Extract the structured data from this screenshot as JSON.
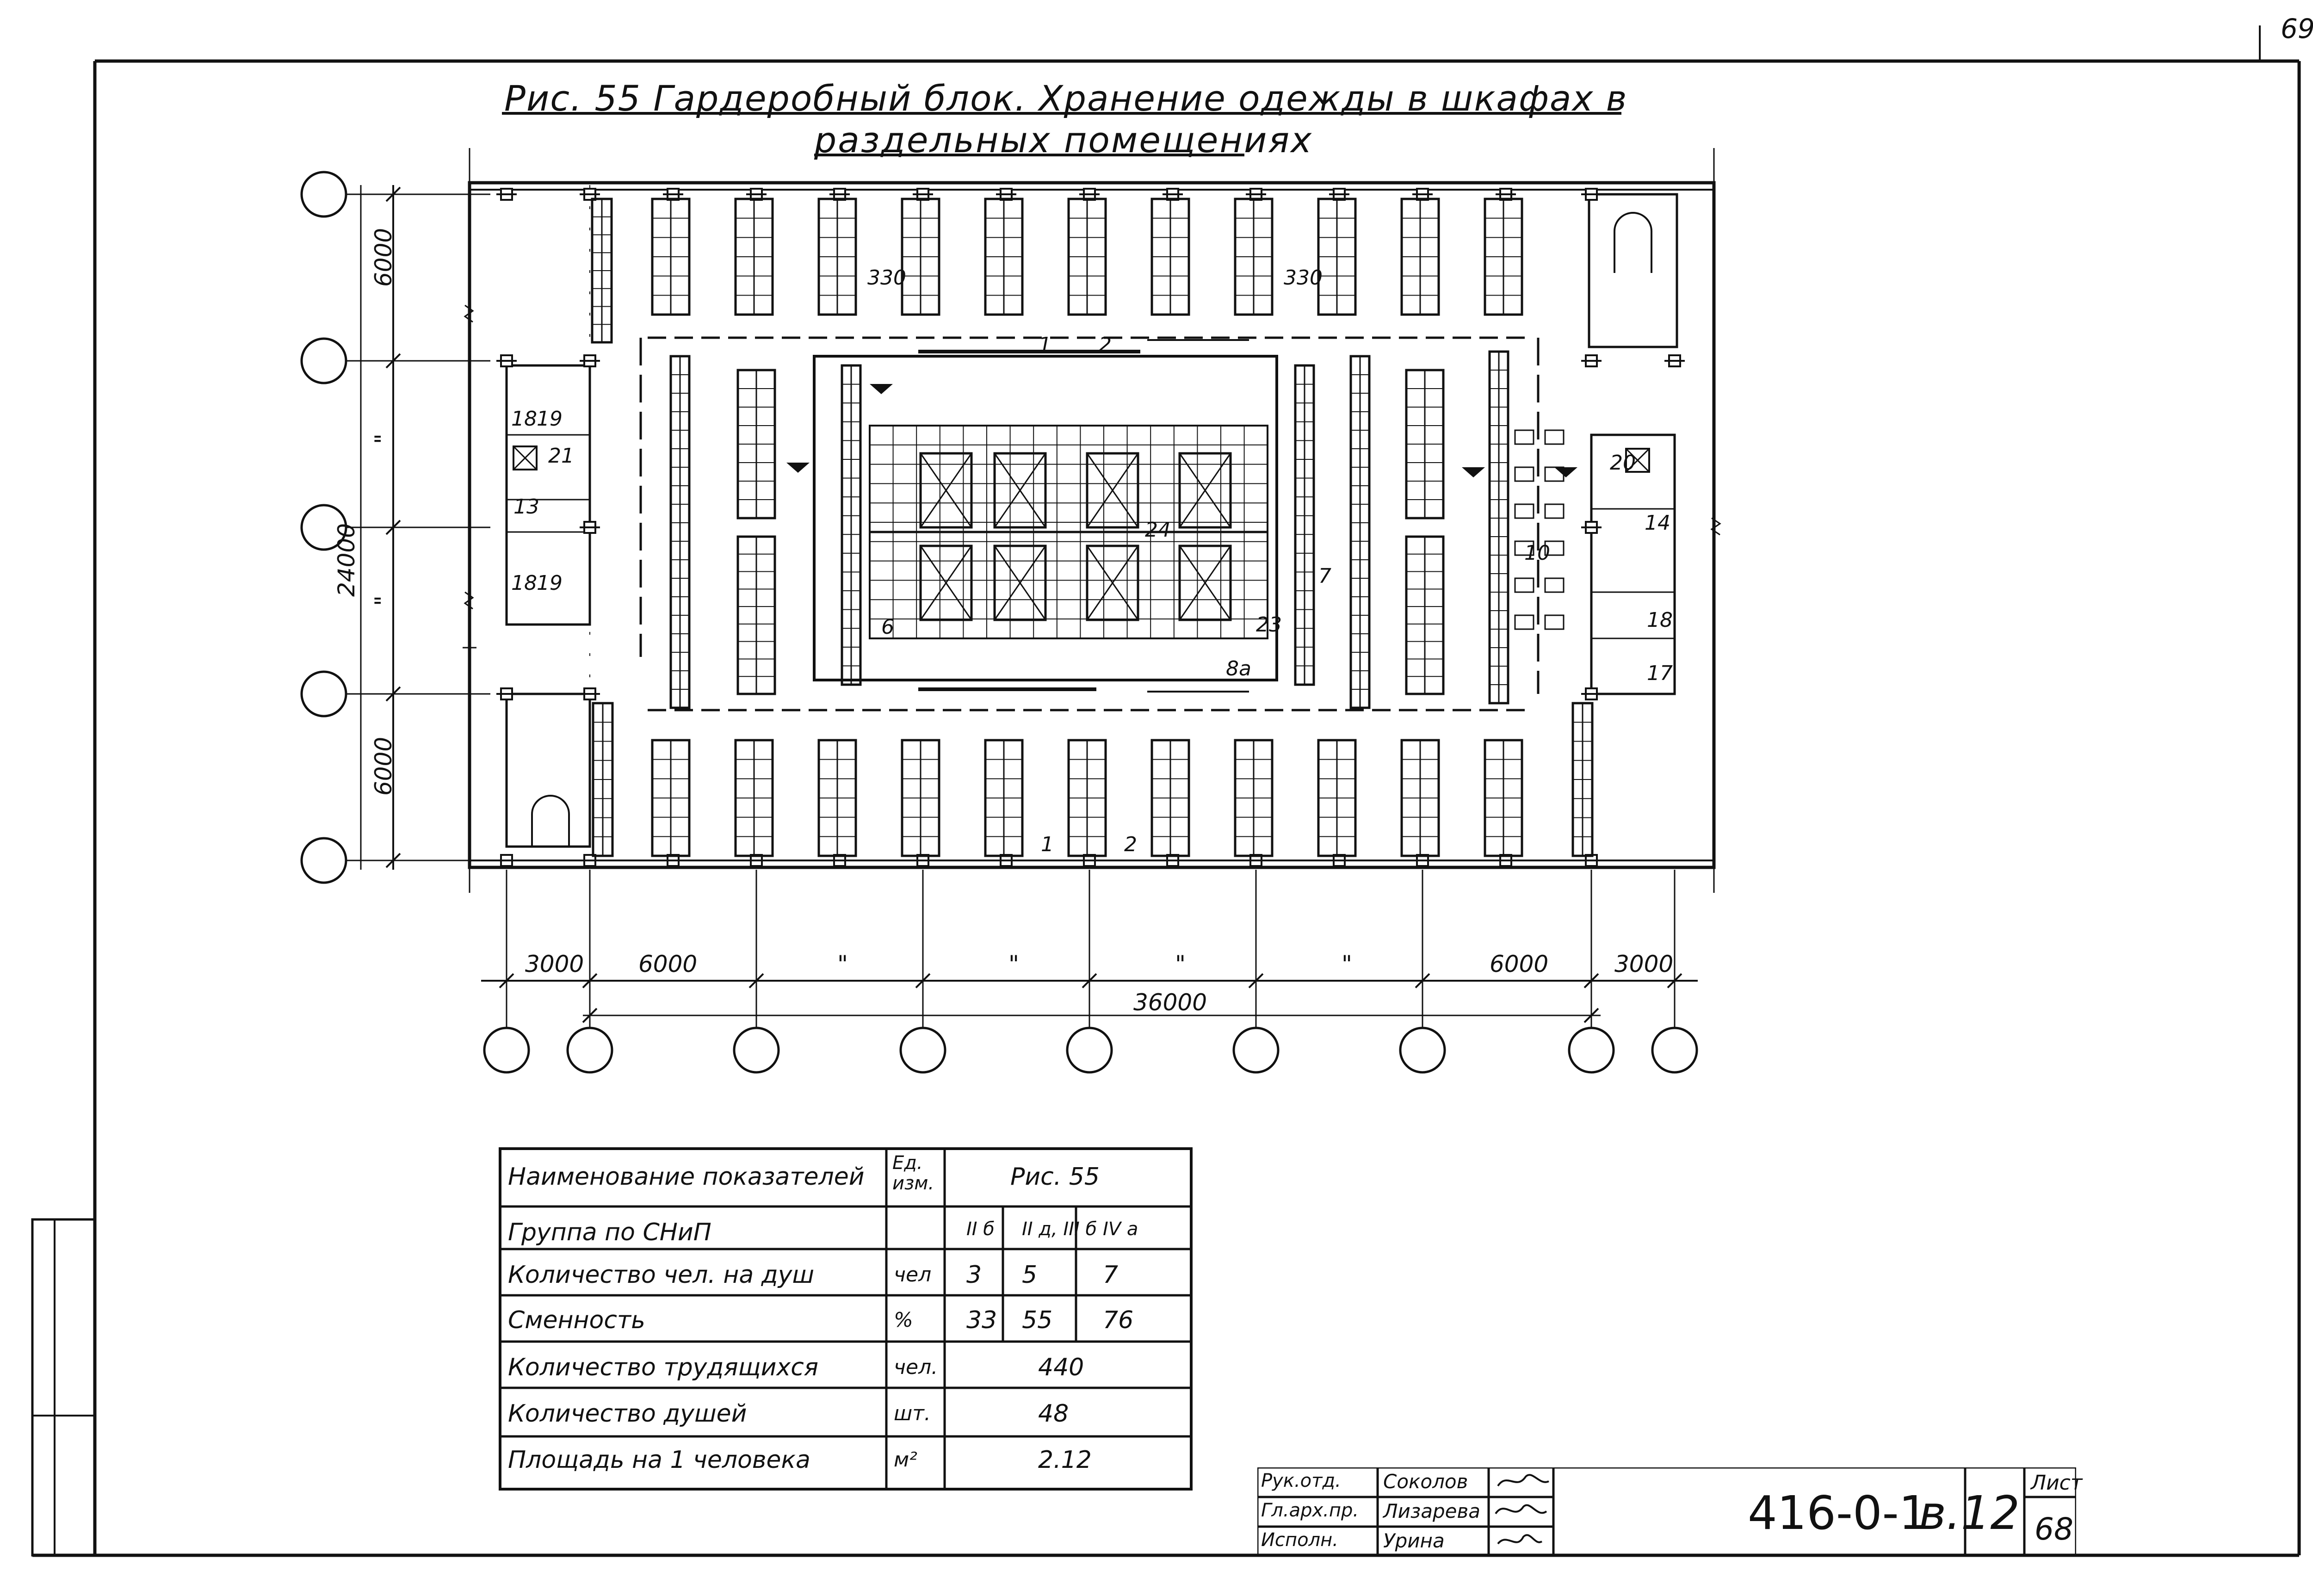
{
  "page_number": "69",
  "title": {
    "line1": "Рис. 55   Гардеробный блок.   Хранение одежды в шкафах в",
    "line2": "раздельных помещениях"
  },
  "plan": {
    "left_dims": [
      "6000",
      "\"",
      "24000",
      "\"",
      "6000"
    ],
    "bottom_dims": [
      "3000",
      "6000",
      "\"",
      "\"",
      "\"",
      "\"",
      "6000",
      "3000"
    ],
    "bottom_total": "36000",
    "room_labels": [
      "330",
      "330",
      "1",
      "2",
      "1",
      "2",
      "18",
      "19",
      "21",
      "13",
      "18",
      "19",
      "20",
      "14",
      "10",
      "18",
      "17",
      "7",
      "24",
      "6",
      "23",
      "8а"
    ]
  },
  "indicators": {
    "header": {
      "name": "Наименование показателей",
      "unit": "Ед. изм.",
      "figure": "Рис. 55"
    },
    "rows": [
      {
        "name": "Группа по СНиП",
        "unit": "",
        "values": [
          "II б",
          "II д, III б",
          "IV а"
        ]
      },
      {
        "name": "Количество чел. на душ",
        "unit": "чел",
        "values": [
          "3",
          "5",
          "7"
        ]
      },
      {
        "name": "Сменность",
        "unit": "%",
        "values": [
          "33",
          "55",
          "76"
        ]
      },
      {
        "name": "Количество трудящихся",
        "unit": "чел.",
        "values": [
          "440"
        ]
      },
      {
        "name": "Количество душей",
        "unit": "шт.",
        "values": [
          "48"
        ]
      },
      {
        "name": "Площадь на 1 человека",
        "unit": "м²",
        "values": [
          "2.12"
        ]
      }
    ]
  },
  "stamp": {
    "rows": [
      {
        "role": "Рук.отд.",
        "name": "Соколов"
      },
      {
        "role": "Гл.арх.пр.",
        "name": "Лизарева"
      },
      {
        "role": "Исполн.",
        "name": "Урина"
      }
    ],
    "code": "416-0-1",
    "issue": "в.12",
    "sheet_label": "Лист",
    "sheet": "68"
  }
}
